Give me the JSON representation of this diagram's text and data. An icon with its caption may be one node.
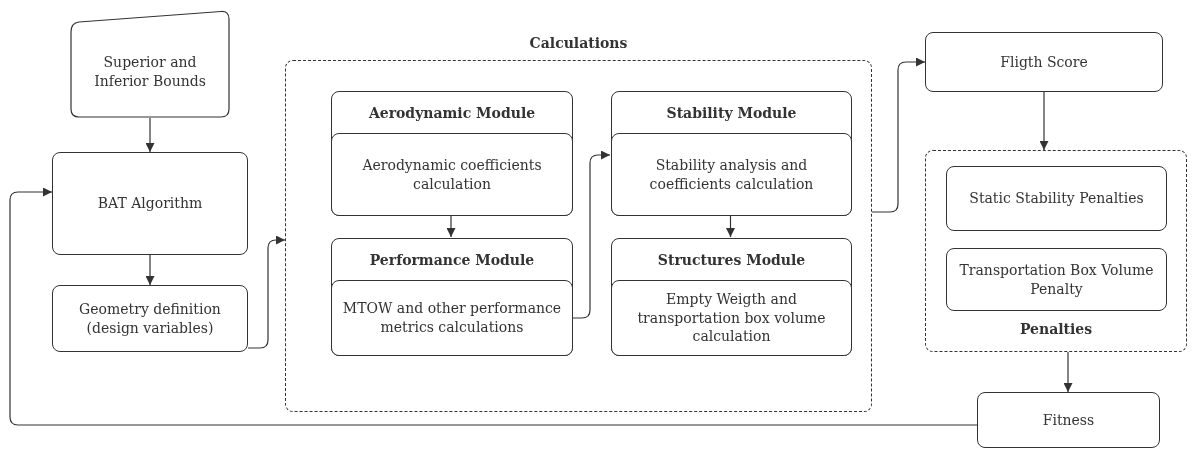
{
  "diagram": {
    "nodes": [
      {
        "text": [
          "Superior and Inferior Bounds"
        ]
      },
      {
        "text": [
          "BAT Algorithm"
        ]
      },
      {
        "text": [
          "Geometry definition (design variables)"
        ]
      },
      {
        "text": [
          "Calculations"
        ]
      },
      {
        "text": [
          "Aerodynamic Module",
          "Aerodynamic coefficients calculation"
        ],
        "in": 3
      },
      {
        "text": [
          "Stability Module",
          "Stability analysis and coefficients calculation"
        ],
        "in": 3
      },
      {
        "text": [
          "Performance Module",
          "MTOW and other performance metrics calculations"
        ],
        "in": 3
      },
      {
        "text": [
          "Structures Module",
          "Empty Weigth and transportation box volume calculation"
        ],
        "in": 3
      },
      {
        "text": [
          "Fligth Score"
        ]
      },
      {
        "text": [
          "Penalties"
        ]
      },
      {
        "text": [
          "Static Stability Penalties"
        ],
        "in": 9
      },
      {
        "text": [
          "Transportation Box Volume Penalty"
        ],
        "in": 9
      },
      {
        "text": [
          "Fitness"
        ]
      }
    ],
    "edges": [
      {
        "from": 0,
        "to": 1,
        "arrow": "to"
      },
      {
        "from": 1,
        "to": 2,
        "arrow": "to"
      },
      {
        "from": 2,
        "to": 3,
        "arrow": "to"
      },
      {
        "from": 4,
        "to": 6,
        "arrow": "to"
      },
      {
        "from": 6,
        "to": 5,
        "arrow": "to"
      },
      {
        "from": 5,
        "to": 7,
        "arrow": "to"
      },
      {
        "from": 3,
        "to": 8,
        "arrow": "to"
      },
      {
        "from": 8,
        "to": 9,
        "arrow": "to"
      },
      {
        "from": 9,
        "to": 12,
        "arrow": "to"
      },
      {
        "from": 12,
        "to": 1,
        "arrow": "to"
      }
    ]
  }
}
